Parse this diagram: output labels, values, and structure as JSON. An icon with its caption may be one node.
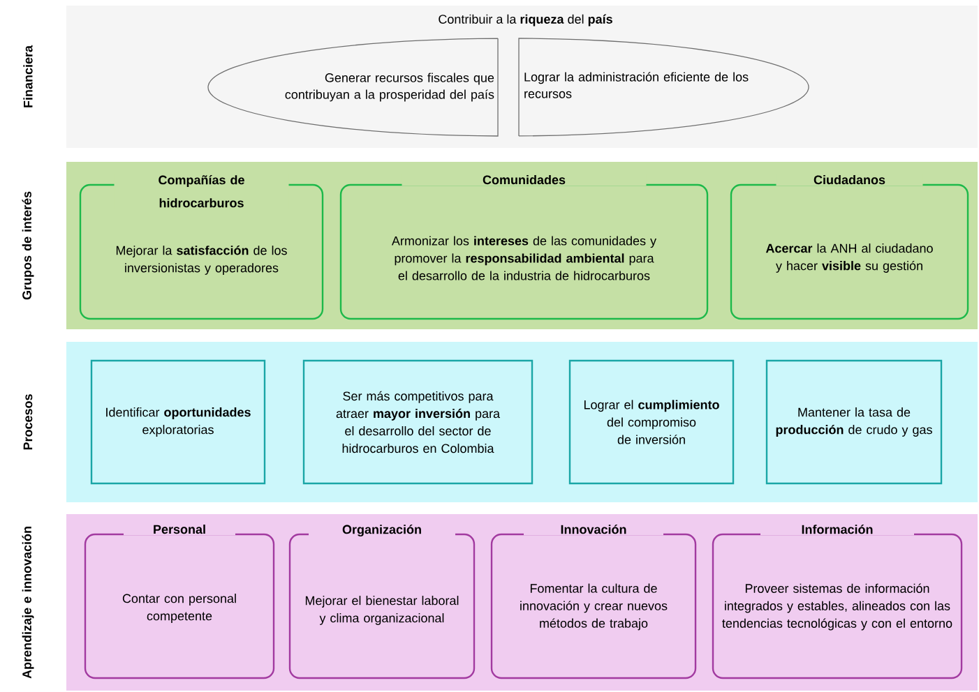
{
  "diagram": {
    "nodes": [
      {
        "text": [
          "Financiera",
          "Contribuir a la **riqueza** del **país**"
        ]
      },
      {
        "text": [
          "Generar recursos fiscales que contribuyan a la prosperidad del país"
        ],
        "in": 0
      },
      {
        "text": [
          "Lograr la administración eficiente de los recursos"
        ],
        "in": 0
      },
      {
        "text": [
          "Grupos de interés"
        ]
      },
      {
        "text": [
          "Compañías de hidrocarburos",
          "Mejorar la **satisfacción** de los inversionistas y operadores"
        ],
        "in": 3
      },
      {
        "text": [
          "Comunidades",
          "Armonizar los **intereses** de las comunidades y promover la **responsabilidad ambiental** para el desarrollo de la industria de hidrocarburos"
        ],
        "in": 3
      },
      {
        "text": [
          "Ciudadanos",
          "**Acercar** la ANH al ciudadano y hacer **visible** su gestión"
        ],
        "in": 3
      },
      {
        "text": [
          "Procesos"
        ]
      },
      {
        "text": [
          "Identificar **oportunidades** exploratorias"
        ],
        "in": 7
      },
      {
        "text": [
          "Ser más competitivos para atraer **mayor inversión** para el desarrollo del sector de hidrocarburos en Colombia"
        ],
        "in": 7
      },
      {
        "text": [
          "Lograr el **cumplimiento** del compromiso de inversión"
        ],
        "in": 7
      },
      {
        "text": [
          "Mantener la tasa de **producción** de crudo y gas"
        ],
        "in": 7
      },
      {
        "text": [
          "Aprendizaje e innovación"
        ]
      },
      {
        "text": [
          "Personal",
          "Contar con personal competente"
        ],
        "in": 12
      },
      {
        "text": [
          "Organización",
          "Mejorar el bienestar laboral y clima organizacional"
        ],
        "in": 12
      },
      {
        "text": [
          "Innovación",
          "Fomentar la cultura de innovación y crear nuevos métodos de trabajo"
        ],
        "in": 12
      },
      {
        "text": [
          "Información",
          "Proveer sistemas de información integrados y estables, alineados con las tendencias tecnológicas y con el entorno"
        ],
        "in": 12
      }
    ]
  }
}
